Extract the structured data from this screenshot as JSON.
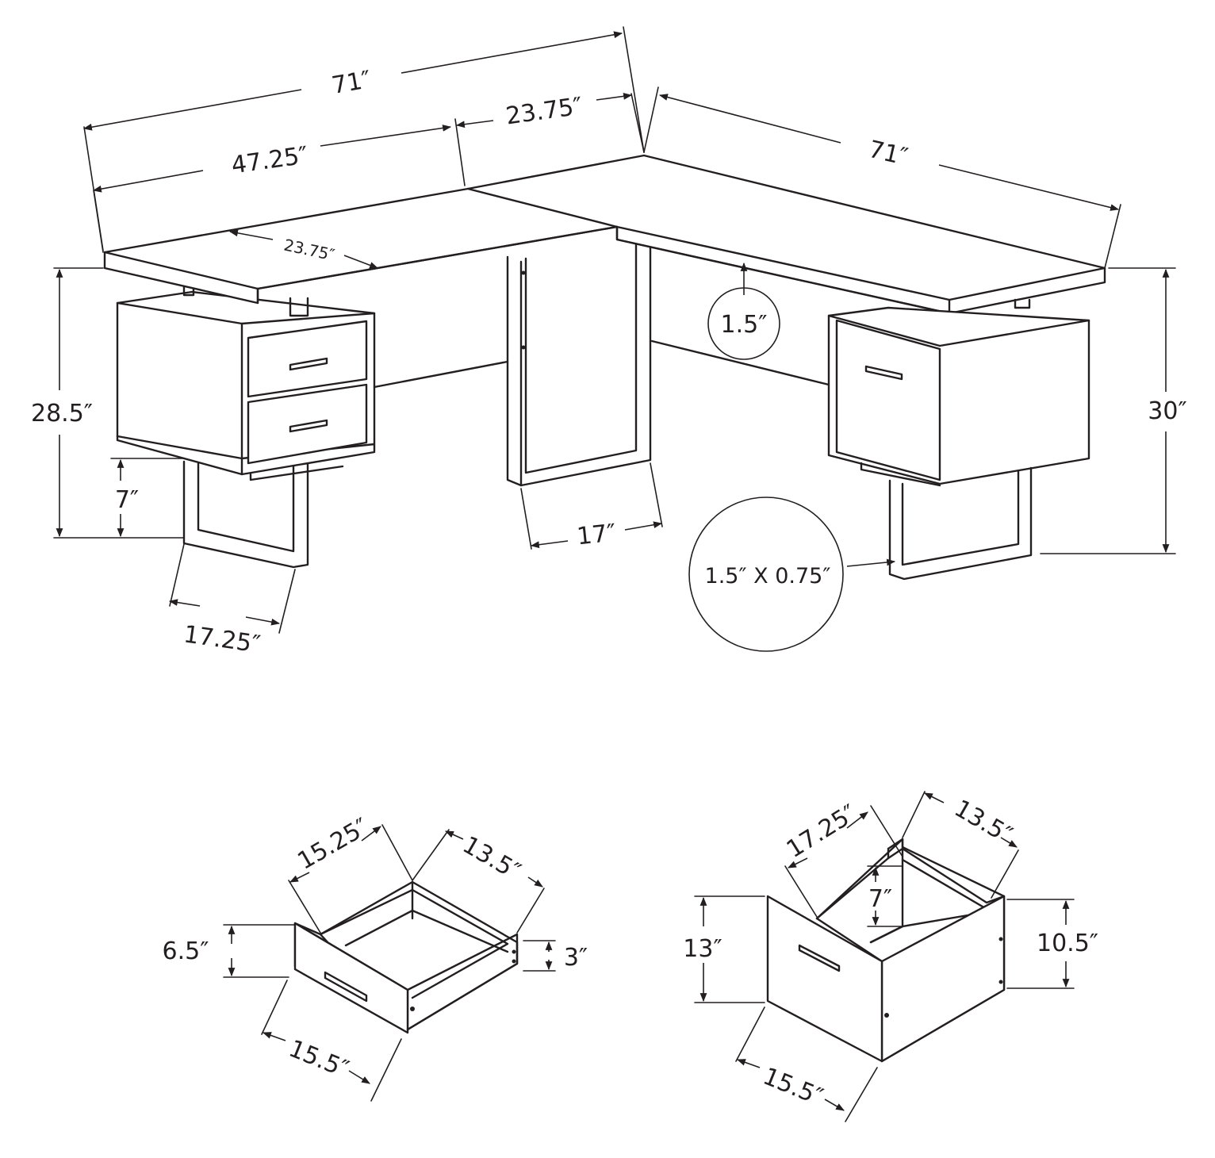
{
  "desk": {
    "overall_width_left": "71″",
    "left_return_length": "47.25″",
    "corner_depth": "23.75″",
    "overall_width_right": "71″",
    "top_depth": "23.75″",
    "top_thickness": "1.5″",
    "knee_height": "28.5″",
    "leg_clearance": "7″",
    "overall_height": "30″",
    "leg_frame_width": "17″",
    "leg_tube": "1.5″ X 0.75″",
    "left_leg_depth": "17.25″"
  },
  "small_drawer": {
    "inner_depth": "15.25″",
    "inner_width": "13.5″",
    "front_height": "6.5″",
    "side_height": "3″",
    "front_width": "15.5″"
  },
  "file_drawer": {
    "inner_depth": "17.25″",
    "inner_width": "13.5″",
    "inner_height": "7″",
    "front_height": "13″",
    "side_height": "10.5″",
    "front_width": "15.5″"
  }
}
